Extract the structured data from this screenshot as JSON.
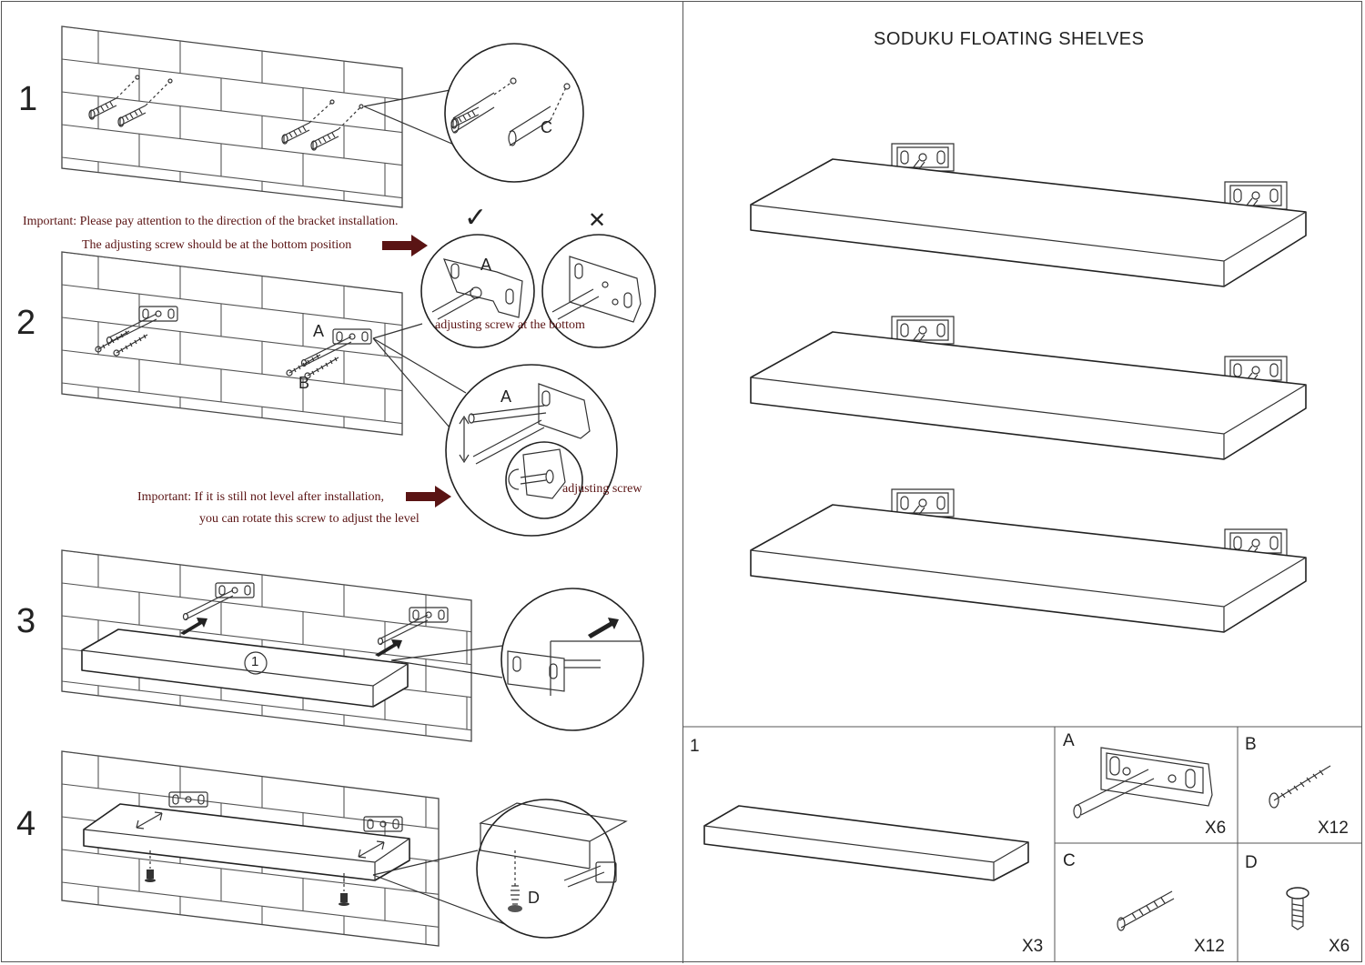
{
  "left": {
    "steps": [
      "1",
      "2",
      "3",
      "4"
    ],
    "notes": {
      "bracket_direction": "Important: Please pay attention to the direction of the bracket installation.",
      "adjusting_bottom": "The adjusting screw should be at the bottom position",
      "level": "Important: If it is still not level after installation,",
      "level2": "you can rotate this screw to adjust the level"
    },
    "marks": {
      "correct": "✓",
      "wrong": "✕"
    },
    "labels": {
      "c": "C",
      "a": "A",
      "b": "B",
      "a_detail": "A",
      "a_level": "A",
      "d": "D",
      "adjusting_bottom": "adjusting screw at the bottom",
      "adjusting_screw": "adjusting screw",
      "shelf_number": "1"
    }
  },
  "right": {
    "title": "SODUKU FLOATING SHELVES",
    "parts": [
      {
        "id": "1",
        "qty": "X3"
      },
      {
        "id": "A",
        "qty": "X6"
      },
      {
        "id": "B",
        "qty": "X12"
      },
      {
        "id": "C",
        "qty": "X12"
      },
      {
        "id": "D",
        "qty": "X6"
      }
    ]
  },
  "colors": {
    "note_text": "#5a1414",
    "line": "#222222"
  }
}
